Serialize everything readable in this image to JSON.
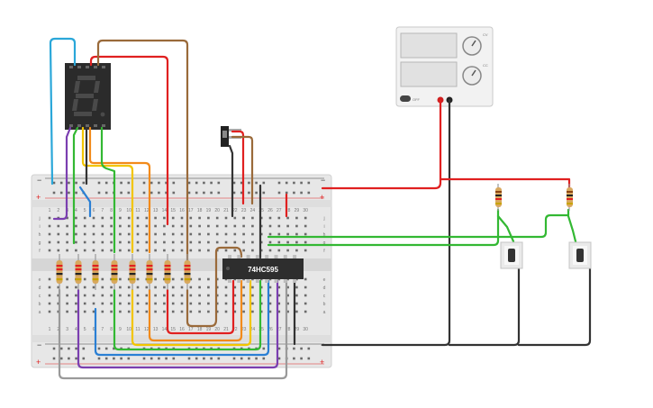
{
  "breadboard": {
    "column_numbers": [
      "1",
      "2",
      "3",
      "4",
      "5",
      "6",
      "7",
      "8",
      "9",
      "10",
      "11",
      "12",
      "13",
      "14",
      "15",
      "16",
      "17",
      "18",
      "19",
      "20",
      "21",
      "22",
      "23",
      "24",
      "25",
      "26",
      "27",
      "28",
      "29",
      "30"
    ],
    "row_letters_top": [
      "j",
      "i",
      "h",
      "g",
      "f"
    ],
    "row_letters_bottom": [
      "e",
      "d",
      "c",
      "b",
      "a"
    ],
    "rail_minus": "−",
    "rail_plus": "+"
  },
  "chip": {
    "label": "74HC595"
  },
  "power_supply": {
    "knob_top_label": "CV",
    "knob_bottom_label": "CC",
    "switch_label": "OFF"
  },
  "seven_segment": {
    "digit": "8"
  },
  "colors": {
    "wire_red": "#e02020",
    "wire_black": "#333333",
    "wire_green": "#33b833",
    "wire_orange": "#f28a1a",
    "wire_yellow": "#f2c500",
    "wire_blue": "#2a7fd4",
    "wire_purple": "#7b3fb0",
    "wire_brown": "#9a6a3a",
    "wire_gray": "#9a9a9a",
    "wire_cyan": "#2aa7d9",
    "breadboard": "#e9e9e9",
    "display_body": "#2b2b2b"
  }
}
